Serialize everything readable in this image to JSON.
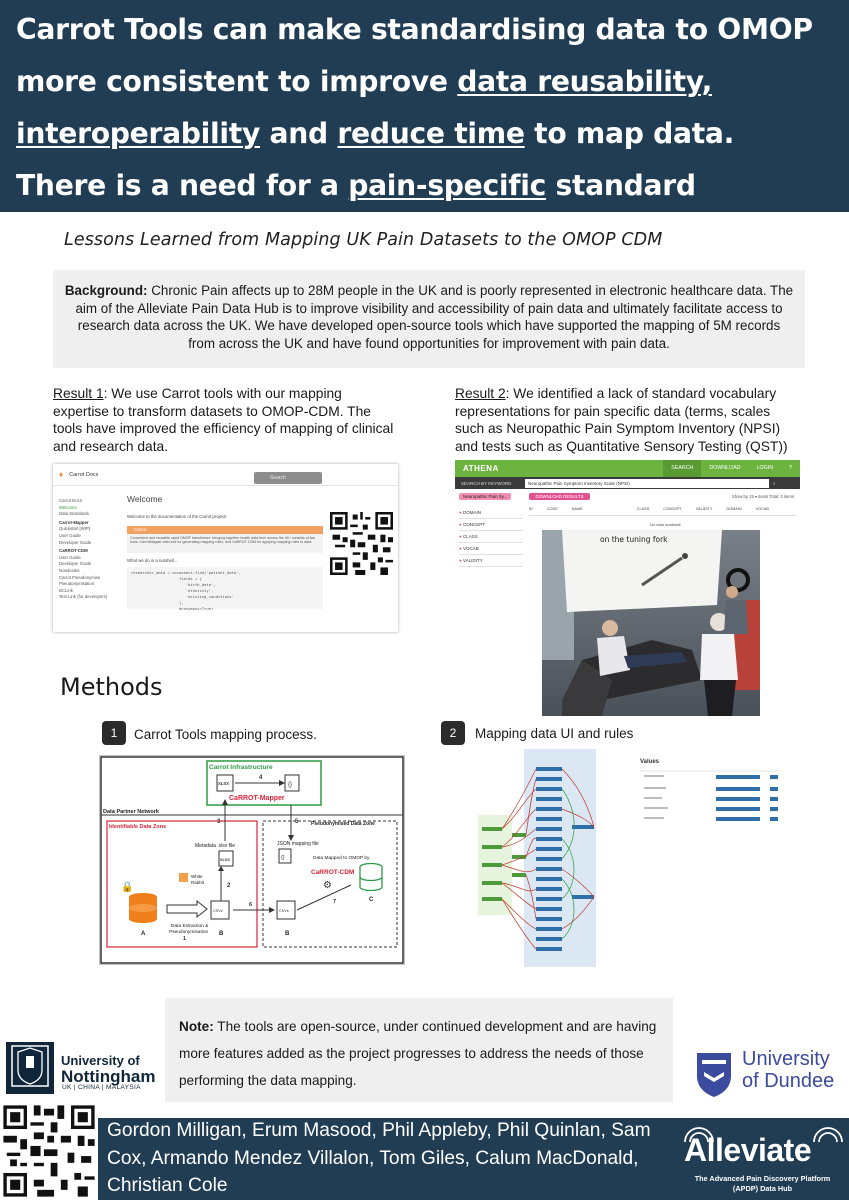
{
  "header": {
    "seg1": "Carrot Tools can make standardising data to OMOP more consistent to improve ",
    "seg2": "data reusability, interoperability",
    "seg3": " and ",
    "seg4": "reduce time",
    "seg5": " to map data. There is a need for a ",
    "seg6": "pain-specific",
    "seg7": " standard vocabulary."
  },
  "subtitle": "Lessons Learned from Mapping UK Pain Datasets to the OMOP CDM",
  "background": {
    "label": "Background:",
    "text": " Chronic Pain affects up to 28M people in the UK and is poorly represented in electronic healthcare data. The aim of the Alleviate Pain Data Hub is to improve visibility and accessibility of pain data and ultimately facilitate access to research data across the UK. We have developed open-source tools which have supported the mapping of 5M records from across the UK and have found opportunities for improvement with pain data."
  },
  "result1": {
    "label": "Result 1",
    "text": ": We use Carrot tools with our mapping expertise to transform datasets to OMOP-CDM. The tools have improved the efficiency of mapping of clinical and research data."
  },
  "result2": {
    "label": "Result 2",
    "text": ": We identified a lack of standard vocabulary representations for pain specific data (terms, scales such as Neuropathic Pain Symptom Inventory (NPSI) and tests such as Quantitative Sensory Testing (QST))"
  },
  "docs": {
    "brand": "Carrot Docs",
    "search": "Search",
    "nav": [
      "Carrot Docs",
      "Welcome",
      "Data Standards",
      "Carrot-Mapper",
      "Quickstart [WIP]",
      "User Guide",
      "Developer Guide",
      "CaRROT-CDM",
      "User Guide",
      "Developer Guide",
      "Notebooks",
      "Carrot Pseudonymise",
      "Pseudonymisation",
      "BCLink",
      "Test Link (for developers)"
    ],
    "title": "Welcome",
    "intro": "Welcome to the documentation of the Carrot project!",
    "callout_title": "Carrot",
    "callout_text": "Convenient and reusable rapid OMOP transformer: bringing together health data from across the UK. consists of two tools: CarrotMapper web-tool for generating mapping rules, and CaRROT-CDM for applying mapping rules to data.",
    "nutshell": "What we do in a nutshell...",
    "code": "researcher_data = cocoonect.find('patient_data',\n                     fields = [\n                        'birth_date',\n                        'ethnicity',\n                        'existing_conditions'\n                     ],\n                     anonymous=True)"
  },
  "athena": {
    "logo": "ATHENA",
    "nav": [
      "SEARCH",
      "DOWNLOAD",
      "LOGIN"
    ],
    "search_label": "SEARCH BY KEYWORD",
    "search_value": "Neuropathic Pain Symptom Inventory Scale (NPSI)",
    "chip": "Neuropathic Pain Sy...",
    "download": "DOWNLOAD RESULTS",
    "show": "Show by  15  ▾  items  Total: 0 items",
    "filters": [
      "DOMAIN",
      "CONCEPT",
      "CLASS",
      "VOCAB",
      "VALIDITY"
    ],
    "columns": [
      "ID",
      "CODE",
      "NAME",
      "CLASS",
      "CONCEPT",
      "VALIDITY",
      "DOMAIN",
      "VOCAB"
    ],
    "nodata": "No data available",
    "photo_caption": "on the tuning fork"
  },
  "methods": {
    "title": "Methods",
    "step1": {
      "num": "1",
      "label": "Carrot Tools mapping process."
    },
    "step2": {
      "num": "2",
      "label": "Mapping data UI and rules"
    }
  },
  "diagram": {
    "infra": "Carrot Infrastructure",
    "mapper": "CaRROT-Mapper",
    "partner": "Data Partner Network",
    "identifiable": "Identifiable Data Zone",
    "pseudo": "Pseudonymised Data Zone",
    "metadata": "Metadata .xlsx file",
    "json": "JSON mapping file",
    "mapped": "Data Mapped to OMOP by",
    "cdm": "CaRROT-CDM",
    "white": "White",
    "rabbit": "Rabbit",
    "extraction": "Data Extraction &",
    "pseudonymisation": "Pseudonymisation",
    "xlsx": "XLSX",
    "csvs": "CSVs",
    "n1": "1",
    "n2": "2",
    "n3": "3",
    "n4": "4",
    "n5": "5",
    "n6": "6",
    "n7": "7",
    "A": "A",
    "B": "B",
    "C": "C"
  },
  "rules_ui": {
    "title": "Values",
    "rows": [
      "",
      "",
      "",
      "",
      ""
    ]
  },
  "note": {
    "label": "Note:",
    "text": " The tools are open-source, under continued development and are having more features added as the project progresses to address the needs of those performing the data mapping."
  },
  "authors": "Gordon Milligan, Erum Masood, Phil Appleby, Phil Quinlan, Sam Cox, Armando Mendez Villalon, Tom Giles, Calum MacDonald, Christian Cole",
  "logos": {
    "nottingham_1": "University of",
    "nottingham_2": "Nottingham",
    "nottingham_sub": "UK | CHINA | MALAYSIA",
    "dundee_1": "University",
    "dundee_2": "of Dundee",
    "alleviate": "Alleviate",
    "alleviate_sub1": "The Advanced Pain Discovery Platform",
    "alleviate_sub2": "(APDP) Data Hub"
  },
  "colors": {
    "header_bg": "#213d54",
    "panel_bg": "#efefef",
    "athena_green": "#6db33f",
    "mapper_red": "#d6263a",
    "cdm_green": "#2e9b45"
  }
}
